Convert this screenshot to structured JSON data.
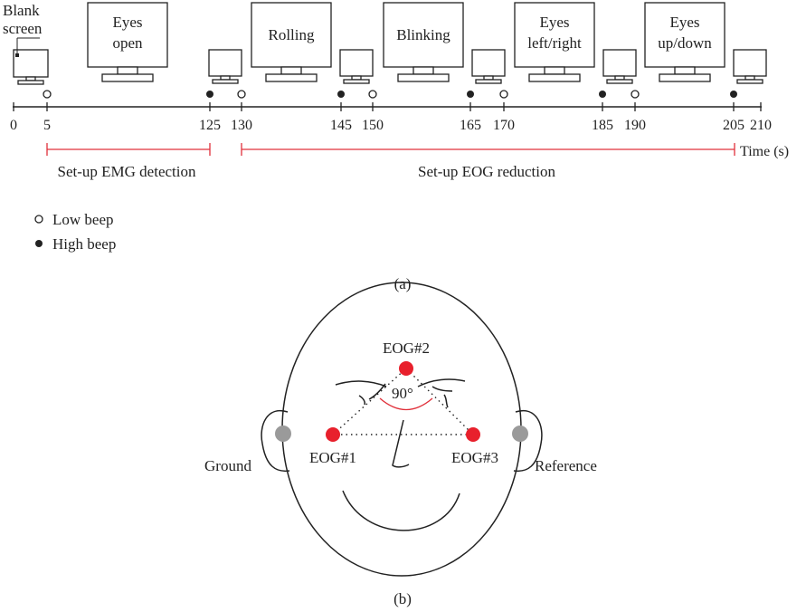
{
  "timeline": {
    "axis_ticks": [
      "0",
      "5",
      "125",
      "130",
      "145",
      "150",
      "165",
      "170",
      "185",
      "190",
      "205",
      "210"
    ],
    "axis_unit": "Time (s)",
    "tasks": [
      {
        "line1": "Blank",
        "line2": "screen"
      },
      {
        "line1": "Eyes",
        "line2": "open"
      },
      {
        "line1": "Rolling",
        "line2": ""
      },
      {
        "line1": "Blinking",
        "line2": ""
      },
      {
        "line1": "Eyes",
        "line2": "left/right"
      },
      {
        "line1": "Eyes",
        "line2": "up/down"
      }
    ],
    "phases": [
      "Set-up EMG detection",
      "Set-up EOG reduction"
    ],
    "beeps": {
      "low_times": [
        5,
        130,
        150,
        170,
        190
      ],
      "high_times": [
        125,
        145,
        165,
        185,
        205
      ]
    },
    "legend": {
      "low": "Low beep",
      "high": "High beep"
    },
    "caption": "(a)"
  },
  "head": {
    "electrodes": {
      "eog1": "EOG#1",
      "eog2": "EOG#2",
      "eog3": "EOG#3"
    },
    "angle": "90°",
    "left_ear": "Ground",
    "right_ear": "Reference",
    "caption": "(b)"
  },
  "colors": {
    "electrode": "#e8202c",
    "phase_bracket": "#e0303a",
    "ear_pad": "#9a9a9a"
  }
}
